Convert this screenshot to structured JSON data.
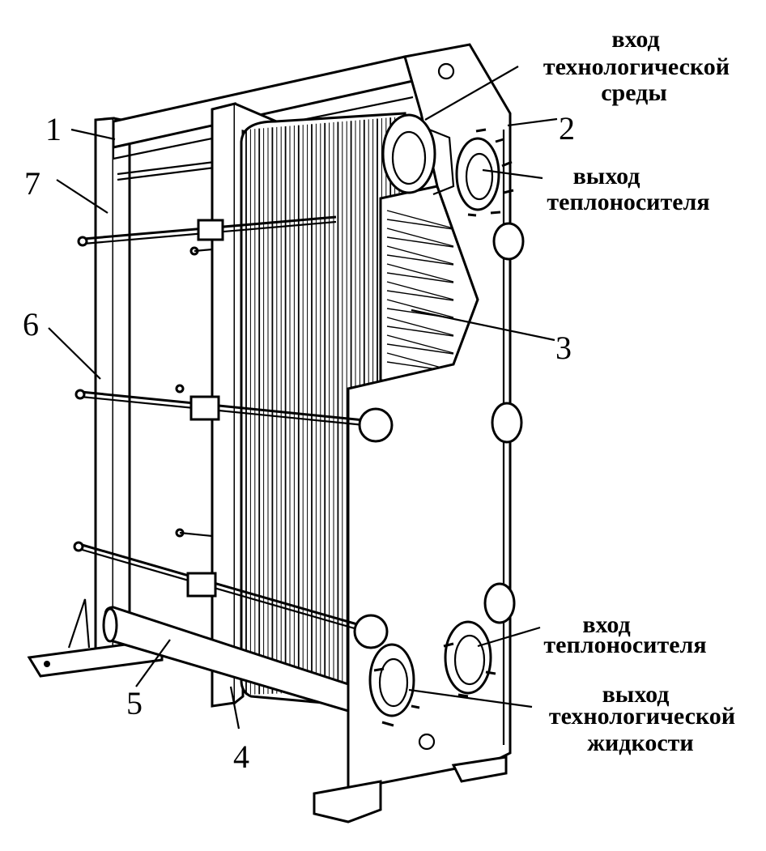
{
  "callouts": {
    "c1": "1",
    "c2": "2",
    "c3": "3",
    "c4": "4",
    "c5": "5",
    "c6": "6",
    "c7": "7"
  },
  "labels": {
    "process_inlet": [
      "вход",
      "технологической",
      "среды"
    ],
    "coolant_outlet": [
      "выход",
      "теплоносителя"
    ],
    "coolant_inlet": [
      "вход",
      "теплоносителя"
    ],
    "process_outlet": [
      "выход",
      "технологической",
      "жидкости"
    ]
  }
}
